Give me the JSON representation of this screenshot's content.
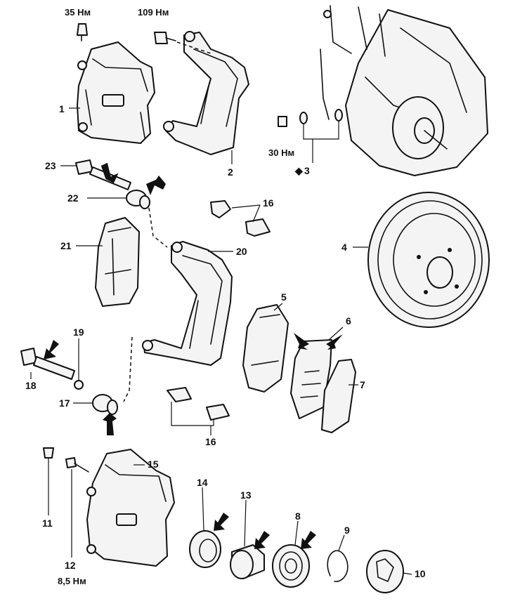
{
  "callouts": {
    "c1": "1",
    "c2": "2",
    "c3": "3",
    "c4": "4",
    "c5": "5",
    "c6": "6",
    "c7": "7",
    "c8": "8",
    "c9": "9",
    "c10": "10",
    "c11": "11",
    "c12": "12",
    "c13": "13",
    "c14": "14",
    "c15": "15",
    "c16a": "16",
    "c16b": "16",
    "c17": "17",
    "c18": "18",
    "c19": "19",
    "c20": "20",
    "c21": "21",
    "c22": "22",
    "c23": "23"
  },
  "torques": {
    "t35": "35 Нм",
    "t109": "109 Нм",
    "t30": "30 Нм",
    "t85": "8,5 Нм"
  },
  "markers": {
    "m3": "◆"
  }
}
